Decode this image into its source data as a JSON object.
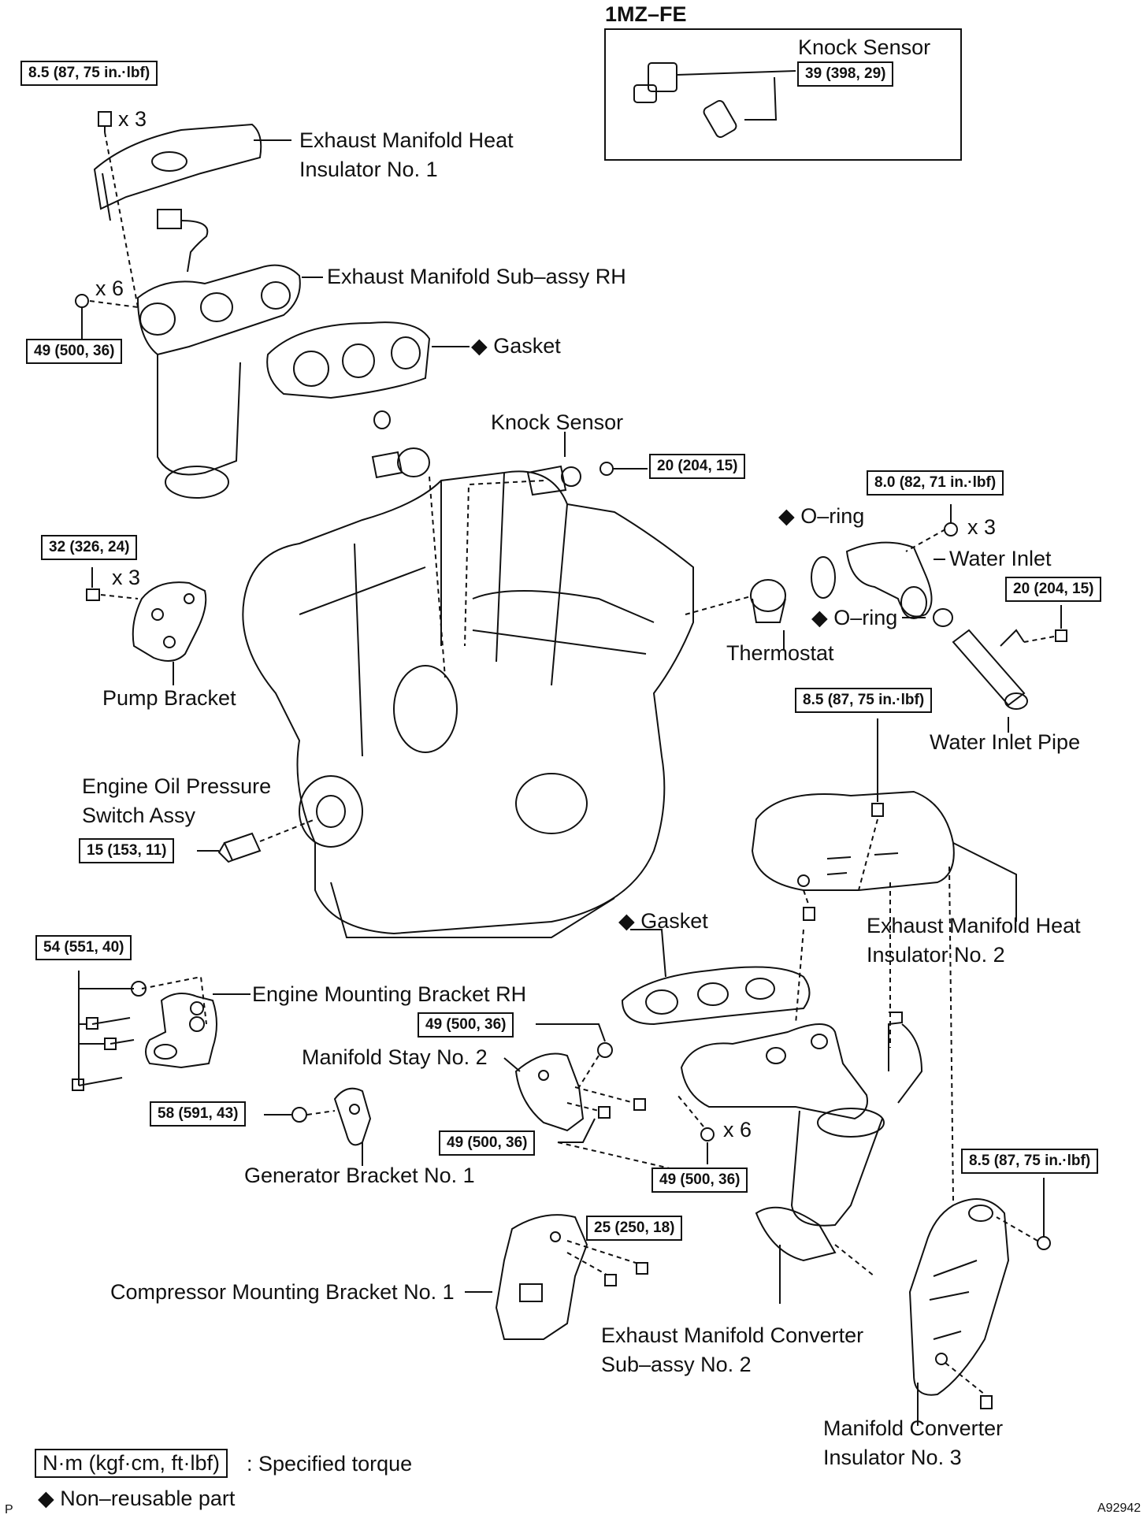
{
  "inset": {
    "title": "1MZ–FE",
    "knock_sensor": "Knock Sensor",
    "torque": "39 (398, 29)"
  },
  "labels": {
    "emh1_line1": "Exhaust Manifold Heat",
    "emh1_line2": "Insulator No. 1",
    "em_sub_rh": "Exhaust Manifold Sub–assy RH",
    "gasket_top": "◆ Gasket",
    "knock_sensor": "Knock Sensor",
    "oring_1": "◆ O–ring",
    "water_inlet": "Water Inlet",
    "oring_2": "◆ O–ring",
    "thermostat": "Thermostat",
    "pump_bracket": "Pump Bracket",
    "water_inlet_pipe": "Water Inlet Pipe",
    "oil_switch_line1": "Engine Oil Pressure",
    "oil_switch_line2": "Switch Assy",
    "gasket_bottom": "◆ Gasket",
    "emh2_line1": "Exhaust  Manifold  Heat",
    "emh2_line2": "Insulator No. 2",
    "engine_mount_rh": "Engine Mounting Bracket RH",
    "manifold_stay": "Manifold Stay No. 2",
    "generator_bracket": "Generator Bracket No. 1",
    "compressor_bracket": "Compressor Mounting Bracket No. 1",
    "emc_line1": "Exhaust Manifold Converter",
    "emc_line2": "Sub–assy No. 2",
    "mci_line1": "Manifold  Converter",
    "mci_line2": "Insulator No. 3",
    "qty_x3_a": "x 3",
    "qty_x6_a": "x 6",
    "qty_x3_b": "x 3",
    "qty_x3_c": "x 3",
    "qty_x6_b": "x 6"
  },
  "torques": {
    "t_emh1": "8.5 (87, 75 in.·lbf)",
    "t_em_rh": "49 (500, 36)",
    "t_knock": "20 (204, 15)",
    "t_water_inlet": "8.0 (82, 71 in.·lbf)",
    "t_pump": "32 (326, 24)",
    "t_pipe": "20 (204, 15)",
    "t_emh2": "8.5 (87, 75 in.·lbf)",
    "t_oil": "15 (153, 11)",
    "t_mount": "54 (551, 40)",
    "t_stay_top": "49 (500, 36)",
    "t_gen": "58 (591, 43)",
    "t_stay_bot": "49 (500, 36)",
    "t_em2": "49 (500, 36)",
    "t_mci": "8.5 (87, 75 in.·lbf)",
    "t_comp": "25 (250, 18)"
  },
  "legend": {
    "torque_box": "N·m (kgf·cm, ft·lbf)",
    "torque_text": ": Specified torque",
    "nonreusable": "◆ Non–reusable part"
  },
  "corner": {
    "left": "P",
    "right": "A92942"
  }
}
